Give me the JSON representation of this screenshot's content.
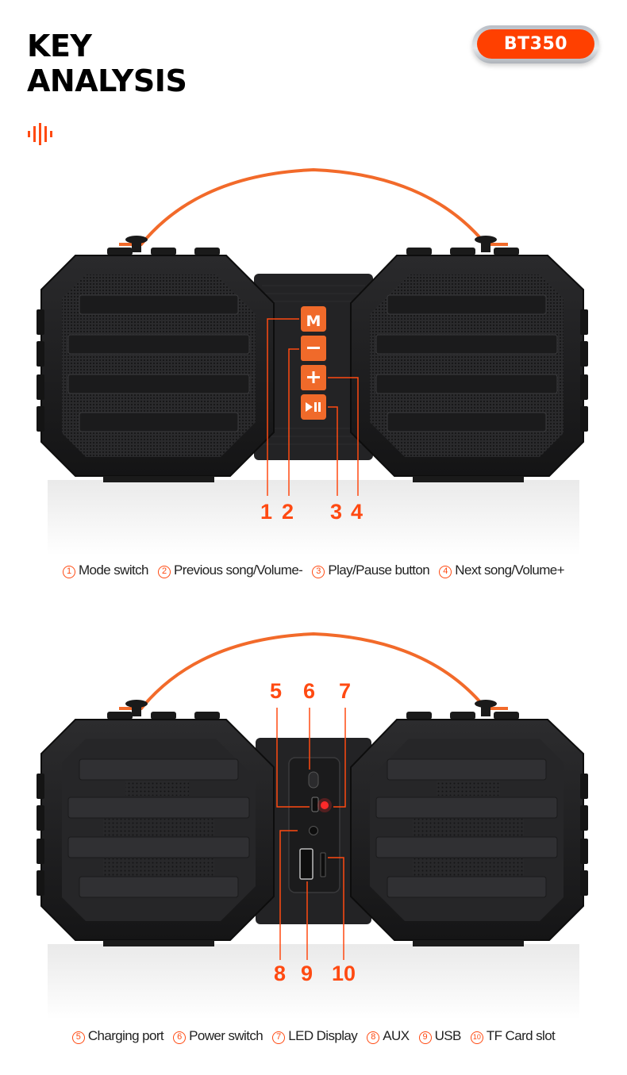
{
  "header": {
    "title_line1": "KEY",
    "title_line2": "ANALYSIS",
    "model_badge": "BT350",
    "icon": "sound-wave-icon"
  },
  "colors": {
    "accent": "#ff4a12",
    "badge": "#ff4000",
    "speaker_body": "#1c1c1e",
    "button_orange": "#f06a2a"
  },
  "front_view": {
    "buttons": [
      {
        "glyph": "M",
        "name": "mode-button"
      },
      {
        "glyph": "–",
        "name": "minus-button"
      },
      {
        "glyph": "+",
        "name": "plus-button"
      },
      {
        "glyph": "▶II",
        "name": "play-pause-button"
      }
    ],
    "callouts": [
      "1",
      "2",
      "3",
      "4"
    ],
    "legend": [
      {
        "num": "1",
        "label": "Mode switch"
      },
      {
        "num": "2",
        "label": "Previous song/Volume-"
      },
      {
        "num": "3",
        "label": "Play/Pause button"
      },
      {
        "num": "4",
        "label": "Next song/Volume+"
      }
    ]
  },
  "back_view": {
    "callouts": [
      "5",
      "6",
      "7",
      "8",
      "9",
      "10"
    ],
    "legend": [
      {
        "num": "5",
        "label": "Charging port"
      },
      {
        "num": "6",
        "label": "Power switch"
      },
      {
        "num": "7",
        "label": "LED Display"
      },
      {
        "num": "8",
        "label": "AUX"
      },
      {
        "num": "9",
        "label": "USB"
      },
      {
        "num": "10",
        "label": "TF Card slot"
      }
    ]
  }
}
